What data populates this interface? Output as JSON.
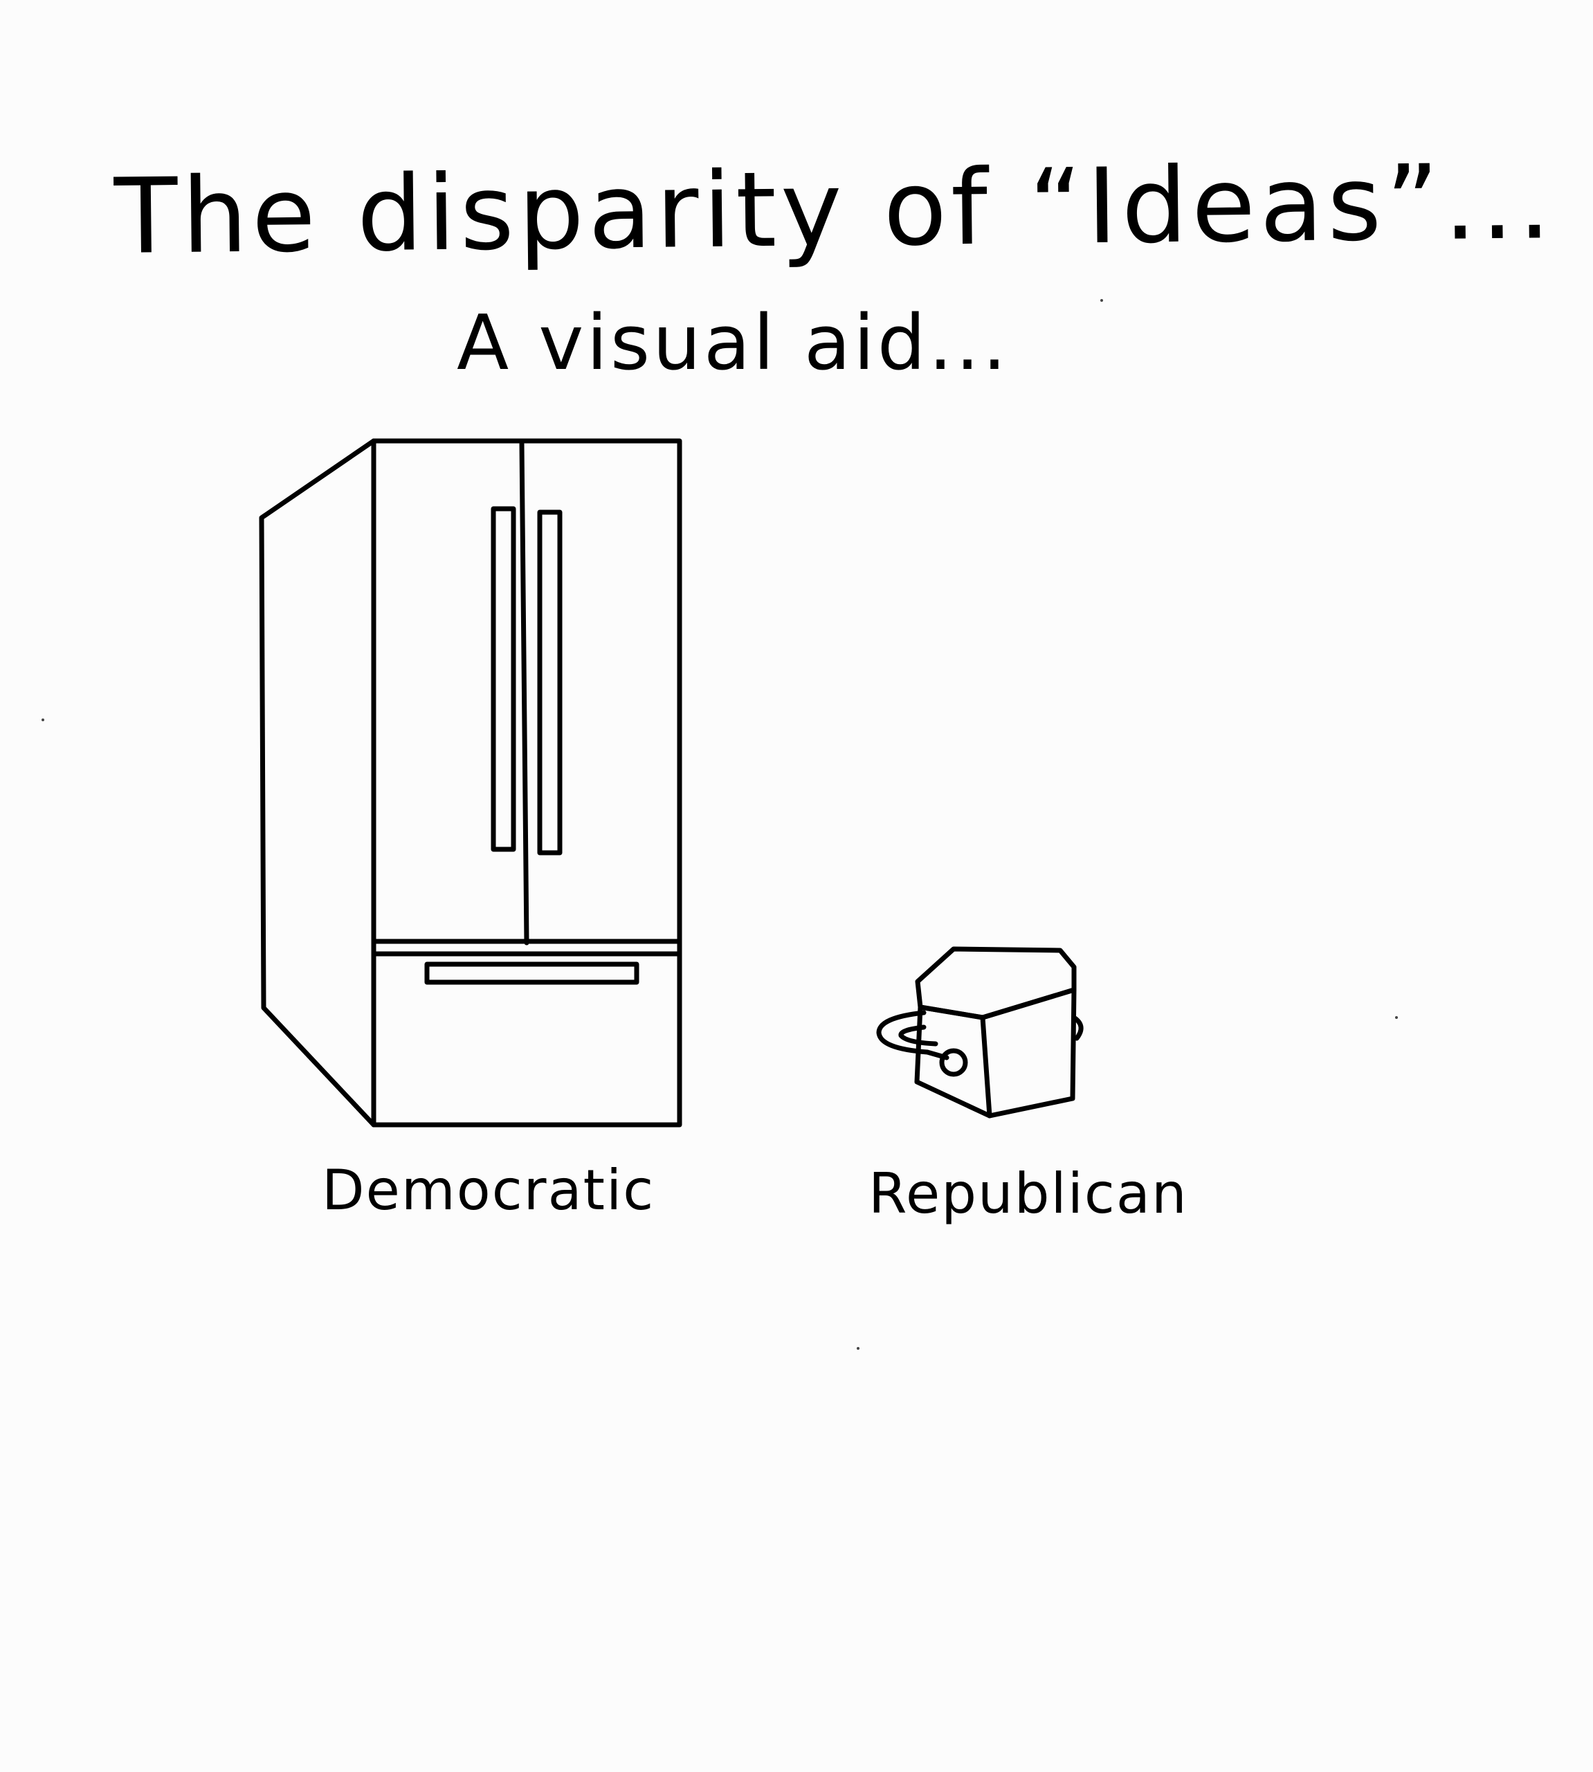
{
  "title": "The disparity of “Ideas”...",
  "subtitle": "A visual aid...",
  "labels": {
    "left": "Democratic",
    "right": "Republican"
  },
  "colors": {
    "paper": "#fcfcfc",
    "ink": "#000000"
  }
}
